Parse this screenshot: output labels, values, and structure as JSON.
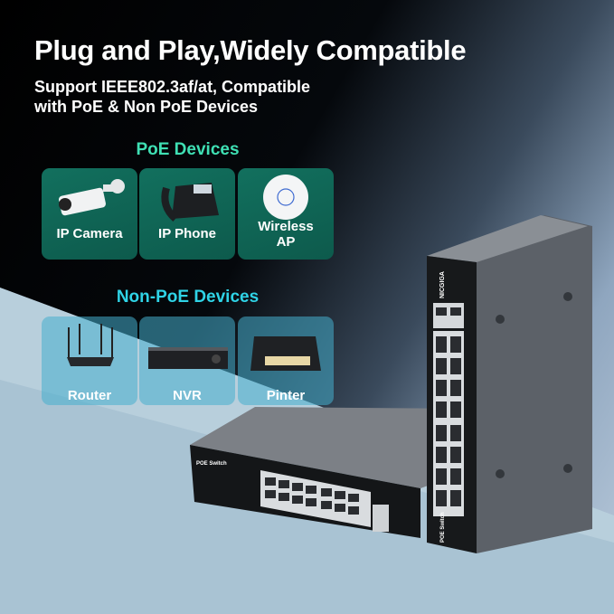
{
  "headline": "Plug and Play,Widely Compatible",
  "subheadline": [
    "Support IEEE802.3af/at, Compatible",
    "with PoE & Non PoE Devices"
  ],
  "poe_section": {
    "title": "PoE Devices",
    "color": "#3fe0b4",
    "devices": [
      {
        "label": "IP Camera",
        "icon": "ip-camera-icon"
      },
      {
        "label": "IP Phone",
        "icon": "ip-phone-icon"
      },
      {
        "label": "Wireless AP",
        "icon": "wireless-ap-icon"
      }
    ]
  },
  "non_poe_section": {
    "title": "Non-PoE Devices",
    "color": "#2fd3e6",
    "devices": [
      {
        "label": "Router",
        "icon": "router-icon"
      },
      {
        "label": "NVR",
        "icon": "nvr-icon"
      },
      {
        "label": "Pinter",
        "icon": "printer-icon"
      }
    ]
  },
  "product": {
    "brand": "NICGIGA",
    "front_label": "POE Switch"
  }
}
